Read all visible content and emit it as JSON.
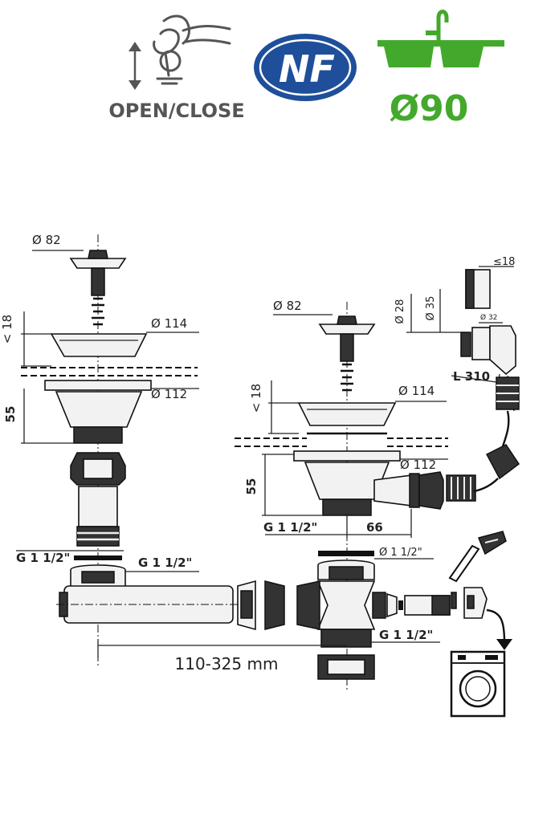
{
  "header": {
    "open_close_label": "OPEN/CLOSE",
    "nf_logo_text": "NF",
    "sink_diameter": "Ø90",
    "brand_green": "#43a92c",
    "nf_blue": "#1f4f9a",
    "icons": [
      "hand-updown-icon",
      "nf-certification-icon",
      "double-sink-icon"
    ]
  },
  "left_assembly": {
    "strainer_diameter": "Ø 82",
    "top_diameter": "Ø 114",
    "thickness": "< 18",
    "flange_diameter": "Ø 112",
    "body_height": "55",
    "thread_left": "G 1 1/2\"",
    "thread_right": "G 1 1/2\""
  },
  "right_assembly": {
    "strainer_diameter": "Ø 82",
    "top_diameter": "Ø 114",
    "thickness": "< 18",
    "flange_diameter": "Ø 112",
    "body_height": "55",
    "thread_outlet": "G 1 1/2\"",
    "overflow_offset": "66",
    "siphon_thread_top": "Ø 1 1/2\"",
    "siphon_thread_bottom": "G 1 1/2\""
  },
  "overflow": {
    "thickness": "≤18",
    "dim_28": "Ø 28",
    "dim_35": "Ø 35",
    "dim_32": "Ø 32",
    "hose_length": "L 310"
  },
  "span_label": "110-325 mm",
  "appliance_icons": [
    "dishwasher-hose-icon",
    "washing-machine-icon"
  ]
}
